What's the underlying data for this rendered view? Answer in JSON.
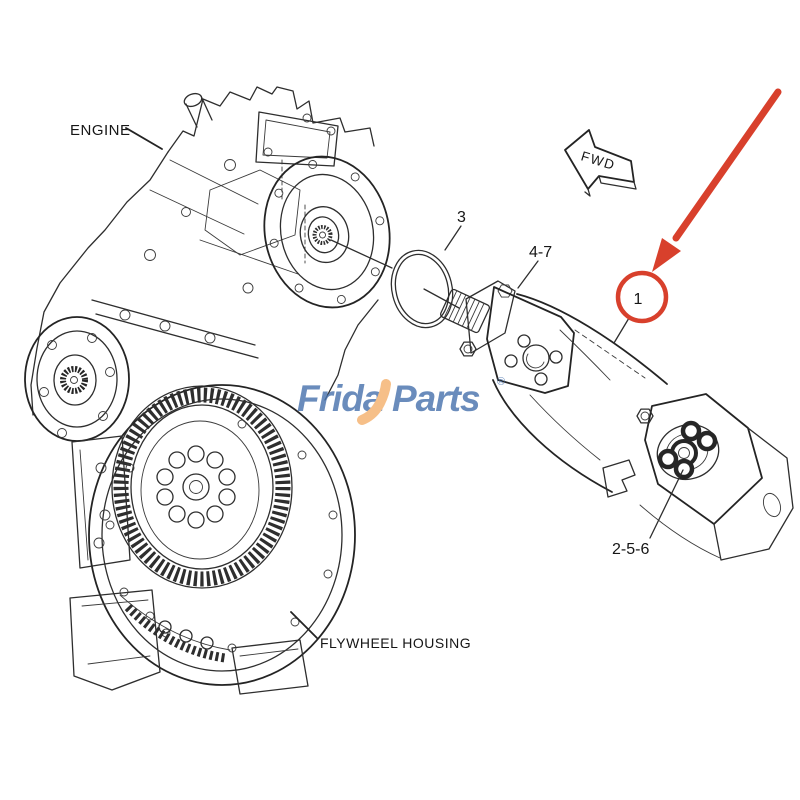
{
  "diagram": {
    "labels": {
      "engine": "ENGINE",
      "flywheel_housing": "FLYWHEEL HOUSING",
      "fwd_arrow": "FWD"
    },
    "callouts": {
      "item_1": "1",
      "item_3": "3",
      "item_4_7": "4-7",
      "item_2_5_6": "2-5-6"
    },
    "highlight": {
      "color": "#d8402c",
      "circled_item": "1"
    },
    "line_color": "#2e2e2e",
    "background": "#ffffff"
  },
  "watermark": {
    "prefix": "Frida",
    "suffix": "Parts",
    "registered": "®",
    "blue": "#4a74ae",
    "orange": "#f5b26f"
  }
}
